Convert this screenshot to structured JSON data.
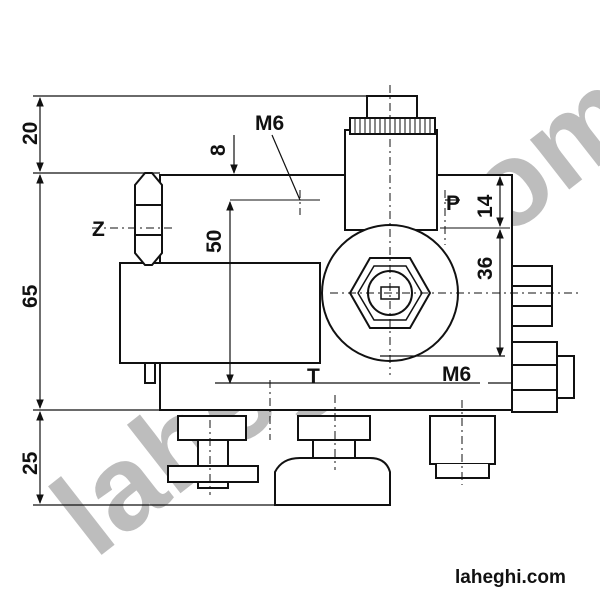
{
  "dimensions": {
    "d20": "20",
    "d65": "65",
    "d25": "25",
    "d8": "8",
    "d50": "50",
    "d14": "14",
    "d36": "36"
  },
  "labels": {
    "m6_top": "M6",
    "m6_bottom": "M6",
    "port_p": "P",
    "port_t": "T",
    "port_z": "Z"
  },
  "watermark": "laheghi.com",
  "site_label": "laheghi.com"
}
